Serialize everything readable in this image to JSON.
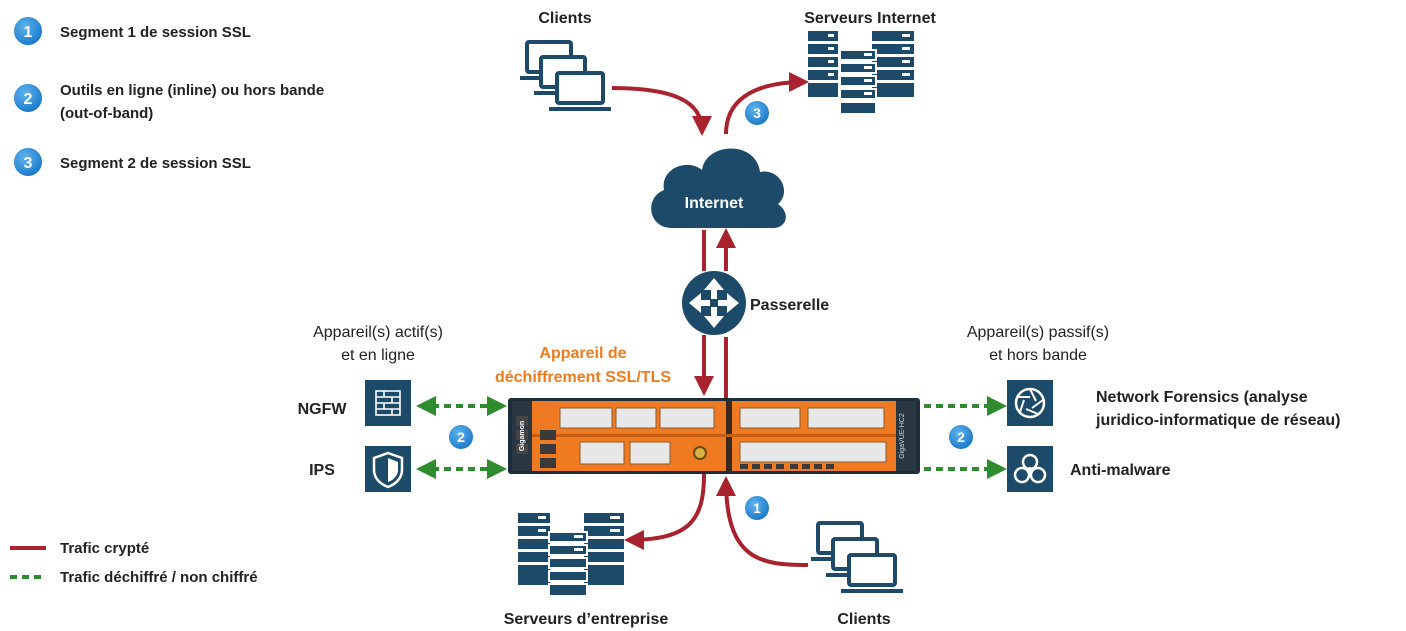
{
  "legend": {
    "items": [
      {
        "num": "1",
        "label": "Segment 1 de session SSL"
      },
      {
        "num": "2",
        "label_line1": "Outils en ligne (inline) ou hors bande",
        "label_line2": "(out-of-band)"
      },
      {
        "num": "3",
        "label": "Segment 2 de session SSL"
      }
    ],
    "line_encrypted": "Trafic crypté",
    "line_decrypted": "Trafic déchiffré / non chiffré"
  },
  "labels": {
    "clients_top": "Clients",
    "servers_internet": "Serveurs Internet",
    "internet": "Internet",
    "gateway": "Passerelle",
    "appliance_line1": "Appareil de",
    "appliance_line2": "déchiffrement SSL/TLS",
    "active_line1": "Appareil(s) actif(s)",
    "active_line2": "et en ligne",
    "passive_line1": "Appareil(s) passif(s)",
    "passive_line2": "et hors bande",
    "ngfw": "NGFW",
    "ips": "IPS",
    "forensics_line1": "Network Forensics (analyse",
    "forensics_line2": "juridico-informatique de réseau)",
    "antimalware": "Anti-malware",
    "enterprise_servers": "Serveurs d’entreprise",
    "clients_bottom": "Clients"
  },
  "badges": {
    "one": "1",
    "two": "2",
    "three": "3"
  },
  "appliance_brand": "Gigamon",
  "appliance_model": "GigaVUE-HC2",
  "colors": {
    "navy": "#1c4a68",
    "encrypted": "#a8232e",
    "decrypted": "#2e8b2e",
    "badge": "#1f86d6",
    "accent_orange": "#ef7b21"
  }
}
